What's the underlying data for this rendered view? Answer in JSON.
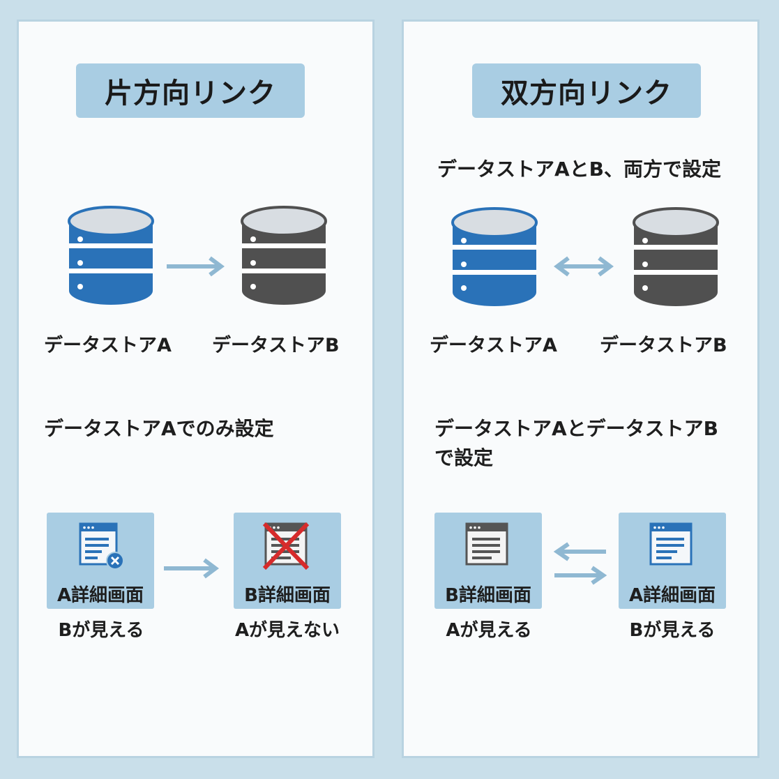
{
  "left": {
    "title": "片方向リンク",
    "store_a_label": "データストアA",
    "store_b_label": "データストアB",
    "note": "データストアAでのみ設定",
    "screen_a": {
      "name": "A詳細画面",
      "status": "Bが見える"
    },
    "screen_b": {
      "name": "B詳細画面",
      "status": "Aが見えない"
    }
  },
  "right": {
    "title": "双方向リンク",
    "subtitle": "データストアAとB、両方で設定",
    "store_a_label": "データストアA",
    "store_b_label": "データストアB",
    "note_line1": "データストアAとデータストアB",
    "note_line2": "で設定",
    "screen_b": {
      "name": "B詳細画面",
      "status": "Aが見える"
    },
    "screen_a": {
      "name": "A詳細画面",
      "status": "Bが見える"
    }
  },
  "colors": {
    "store_a": "#2a72b8",
    "store_b": "#505050",
    "arrow": "#8fb8d2",
    "title_bg": "#a9cde3",
    "cross": "#d62b2b"
  },
  "icons": [
    "database-icon",
    "window-icon",
    "close-badge-icon",
    "red-x-icon",
    "arrow-right-icon",
    "double-arrow-icon"
  ]
}
